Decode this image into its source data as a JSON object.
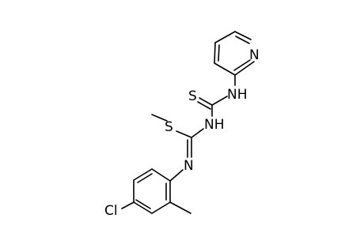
{
  "molecule": {
    "atoms": {
      "pyridine_n": "N",
      "nh_top": "NH",
      "thione_s": "S",
      "nh_mid": "NH",
      "methyl_s": "S",
      "imine_n": "N",
      "chloro": "Cl"
    },
    "colors": {
      "bond": "#000000",
      "label": "#000000",
      "background": "#ffffff"
    }
  }
}
